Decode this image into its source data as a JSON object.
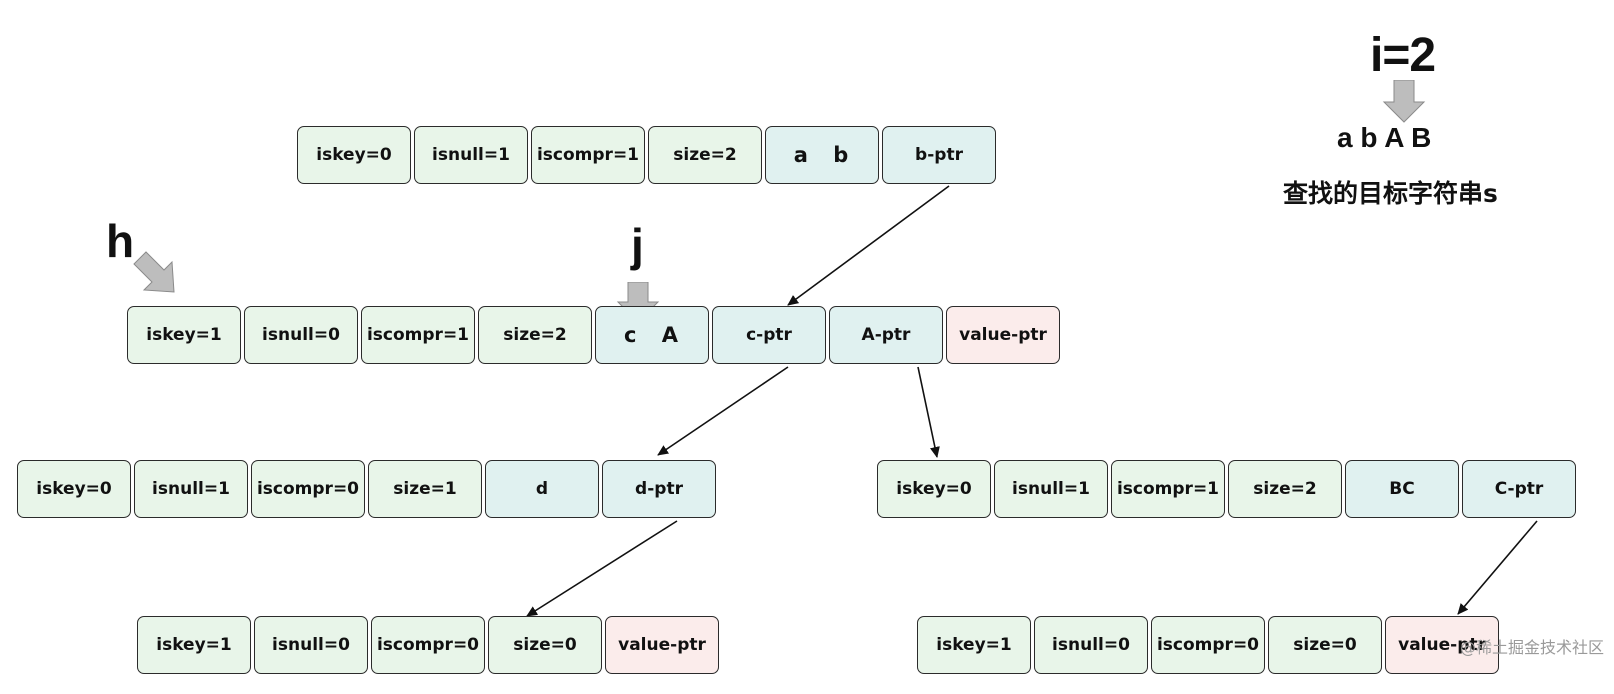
{
  "labels": {
    "h": "h",
    "j": "j",
    "i": "i=2",
    "search_string": "a b A B",
    "search_caption": "查找的目标字符串s"
  },
  "nodes": {
    "root": [
      "iskey=0",
      "isnull=1",
      "iscompr=1",
      "size=2",
      "a  b",
      "b-ptr"
    ],
    "level2": [
      "iskey=1",
      "isnull=0",
      "iscompr=1",
      "size=2",
      "c   A",
      "c-ptr",
      "A-ptr",
      "value-ptr"
    ],
    "left3": [
      "iskey=0",
      "isnull=1",
      "iscompr=0",
      "size=1",
      "d",
      "d-ptr"
    ],
    "right3": [
      "iskey=0",
      "isnull=1",
      "iscompr=1",
      "size=2",
      "BC",
      "C-ptr"
    ],
    "left4": [
      "iskey=1",
      "isnull=0",
      "iscompr=0",
      "size=0",
      "value-ptr"
    ],
    "right4": [
      "iskey=1",
      "isnull=0",
      "iscompr=0",
      "size=0",
      "value-ptr"
    ]
  },
  "watermark": "@稀土掘金技术社区",
  "colors": {
    "meta_fill": "#e8f5e9",
    "key_fill": "#e0f1f0",
    "value_fill": "#fbeceb",
    "pointer_arrow": "#bdbdbd"
  }
}
